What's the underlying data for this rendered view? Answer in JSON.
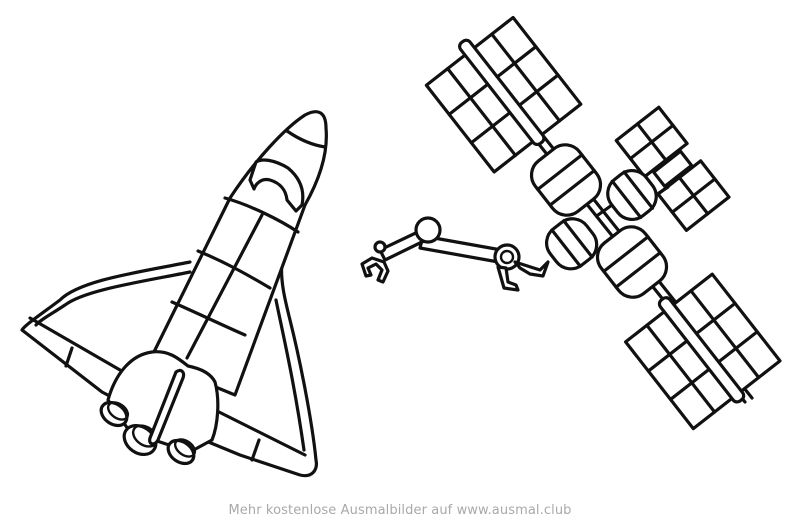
{
  "page": {
    "type": "coloring-page",
    "subjects": [
      "space-shuttle",
      "space-station"
    ]
  },
  "footer": {
    "text": "Mehr kostenlose Ausmalbilder auf www.ausmal.club"
  },
  "colors": {
    "background": "#ffffff",
    "line": "#111111",
    "footer_text": "#a9a9a9"
  }
}
